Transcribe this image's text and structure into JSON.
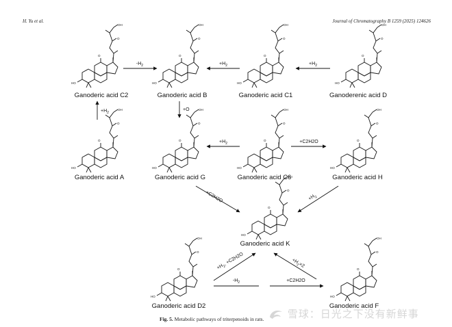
{
  "header": {
    "left": "H. Yu et al.",
    "right": "Journal of Chromatography B 1259 (2025) 124626"
  },
  "compounds": {
    "c2": "Ganoderic acid C2",
    "b": "Ganoderic acid B",
    "c1": "Ganoderic acid C1",
    "d": "Ganoderenic acid D",
    "a": "Ganoderic acid A",
    "g": "Ganoderic acid G",
    "c6": "Ganoderic acid C6",
    "h": "Ganoderic acid H",
    "k": "Ganoderic acid K",
    "d2": "Ganoderic acid D2",
    "f": "Ganoderic acid F"
  },
  "reactions": {
    "minus_h2": "-H",
    "minus_h2_sub": "2",
    "plus_h2": "+H",
    "plus_h2_sub": "2",
    "plus_o": "+O",
    "c2h2o": "+C2H2O",
    "times2": "×2"
  },
  "caption": {
    "label": "Fig. 5.",
    "text": "Metabolic pathways of triterpenoids in rats."
  },
  "watermark": "雪球：日光之下没有新鲜事"
}
